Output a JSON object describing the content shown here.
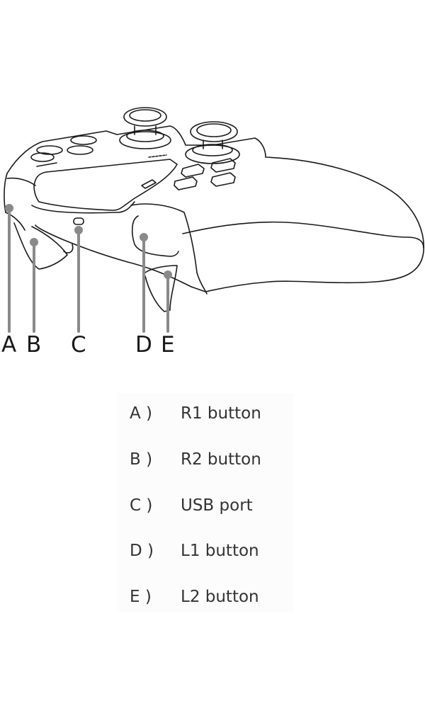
{
  "diagram": {
    "callouts": [
      "A",
      "B",
      "C",
      "D",
      "E"
    ],
    "line_color": "#8a8a8a",
    "stroke_color": "#1a1a1a"
  },
  "legend": [
    {
      "key": "A )",
      "label": "R1 button"
    },
    {
      "key": "B )",
      "label": "R2 button"
    },
    {
      "key": "C )",
      "label": "USB port"
    },
    {
      "key": "D )",
      "label": "L1 button"
    },
    {
      "key": "E )",
      "label": "L2 button"
    }
  ]
}
